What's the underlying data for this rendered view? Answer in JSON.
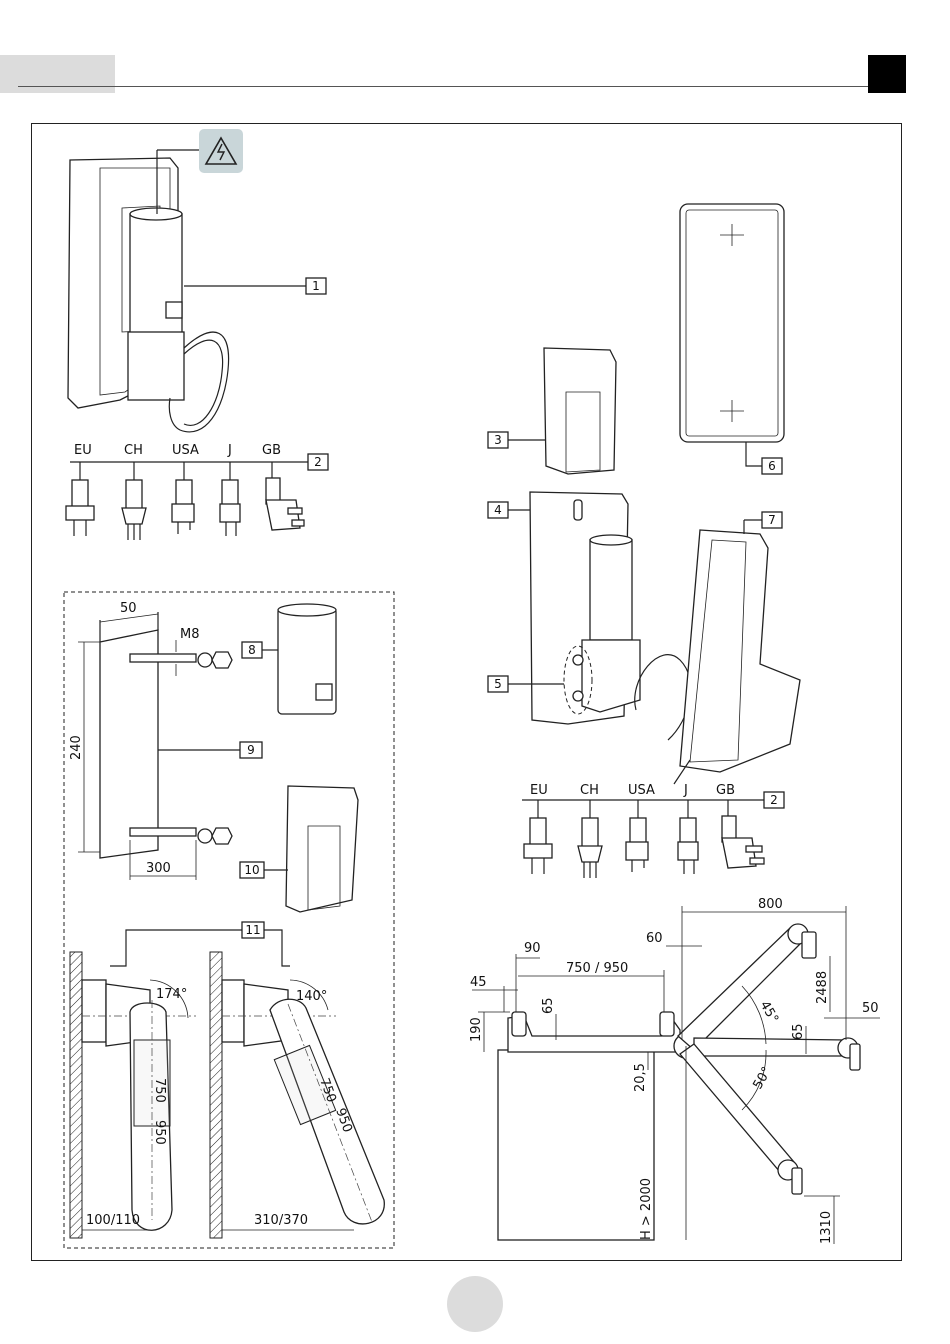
{
  "plugs": [
    "EU",
    "CH",
    "USA",
    "J",
    "GB"
  ],
  "callouts": [
    "1",
    "2",
    "3",
    "4",
    "5",
    "6",
    "7",
    "8",
    "9",
    "10",
    "11",
    "2"
  ],
  "kit_dims": {
    "width": "50",
    "bolt": "M8",
    "height": "240",
    "spacing": "300"
  },
  "arm_dims": {
    "angle_a": "174°",
    "angle_b": "140°",
    "len_a": "750",
    "len_b": "950",
    "clear_a": "100/110",
    "clear_b": "310/370"
  },
  "install_dims": {
    "d800": "800",
    "d90": "90",
    "d60": "60",
    "d45": "45",
    "d750_950": "750 / 950",
    "d2488": "2488",
    "d50": "50",
    "d190": "190",
    "d65a": "65",
    "d65b": "65",
    "ang45": "45°",
    "ang50": "50°",
    "d20_5": "20,5",
    "h2000": "H > 2000",
    "d1310": "1310"
  },
  "colors": {
    "header_grey": "#dcdcdc",
    "warning_bg": "#c9d6d9",
    "ink": "#222222"
  }
}
